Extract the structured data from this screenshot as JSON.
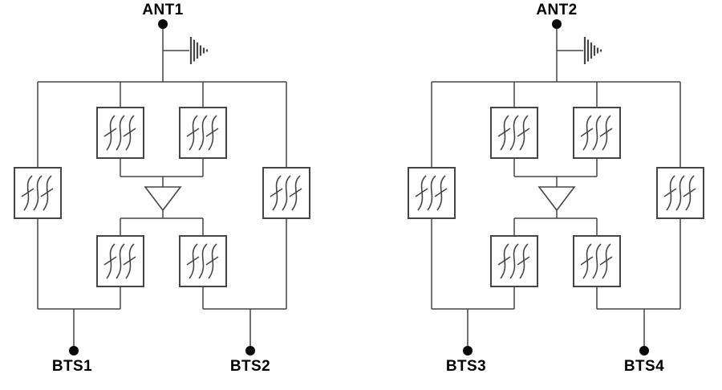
{
  "diagram": {
    "type": "schematic",
    "colors": {
      "background": "#ffffff",
      "line": "#454545",
      "label": "#000000"
    },
    "icons": {
      "ground": "ground-icon",
      "amplifier": "amplifier-icon",
      "filter": "bandpass-filter-icon",
      "terminal": "terminal-dot"
    },
    "networks": [
      {
        "antenna_label": "ANT1",
        "bts_labels": [
          "BTS1",
          "BTS2"
        ]
      },
      {
        "antenna_label": "ANT2",
        "bts_labels": [
          "BTS3",
          "BTS4"
        ]
      }
    ]
  }
}
